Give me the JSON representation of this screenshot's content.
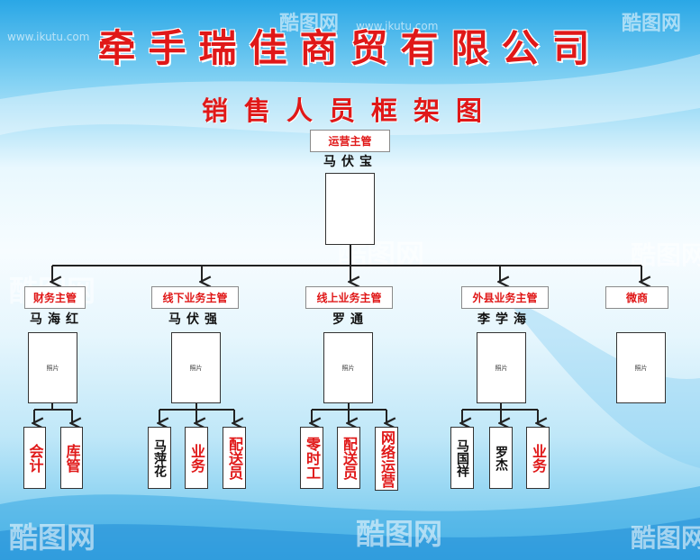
{
  "header": {
    "company": "牵手瑞佳商贸有限公司",
    "subtitle": "销售人员框架图"
  },
  "top": {
    "role": "运营主管",
    "name": "马伏宝"
  },
  "departments": [
    {
      "role": "财务主管",
      "name": "马海红",
      "photo": "照片",
      "subs": [
        "会计",
        "库管"
      ]
    },
    {
      "role": "线下业务主管",
      "name": "马伏强",
      "photo": "照片",
      "subs": [
        "马萍花",
        "业务",
        "配送员"
      ]
    },
    {
      "role": "线上业务主管",
      "name": "罗通",
      "photo": "照片",
      "subs": [
        "零时工",
        "配送员",
        "网络运营"
      ]
    },
    {
      "role": "外县业务主管",
      "name": "李学海",
      "photo": "照片",
      "subs": [
        "马国祥",
        "罗杰",
        "业务"
      ]
    },
    {
      "role": "微商",
      "photo": "照片"
    }
  ],
  "watermark": {
    "text": "酷图网",
    "site": "www.ikutu.com"
  },
  "colors": {
    "accent": "#e01818",
    "line": "#222222",
    "bg_top": "#2aa7e6",
    "bg_mid": "#f7fcff"
  }
}
